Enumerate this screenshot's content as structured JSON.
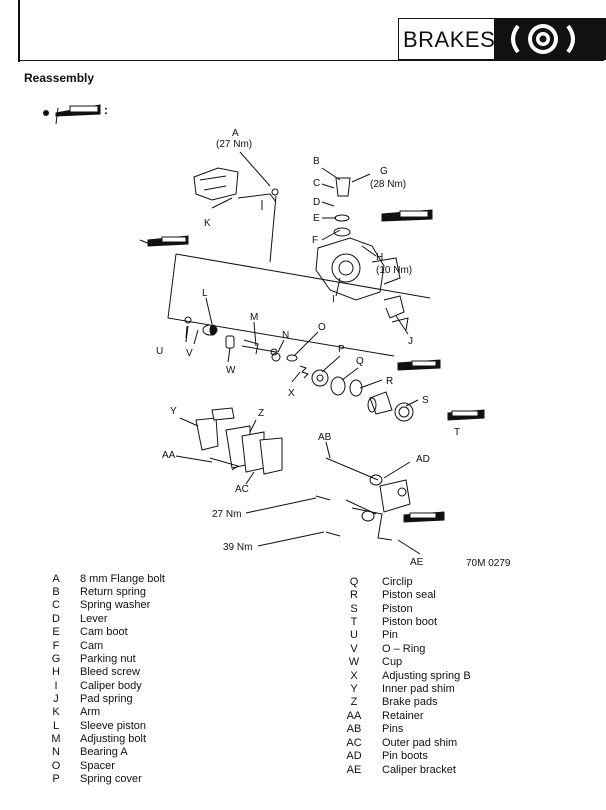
{
  "header": {
    "title": "BRAKES",
    "icon": "brake-disc-icon"
  },
  "section_title": "Reassembly",
  "bullet_suffix": ":",
  "diagram": {
    "labels": {
      "A": "A",
      "A_torque": "(27 Nm)",
      "B": "B",
      "C": "C",
      "D": "D",
      "E": "E",
      "F": "F",
      "G": "G",
      "G_torque": "(28 Nm)",
      "H": "H",
      "H_torque": "(10 Nm)",
      "I": "I",
      "J": "J",
      "K": "K",
      "L": "L",
      "M": "M",
      "N": "N",
      "O": "O",
      "P": "P",
      "Q": "Q",
      "R": "R",
      "S": "S",
      "T": "T",
      "U": "U",
      "V": "V",
      "W": "W",
      "X": "X",
      "Y": "Y",
      "Z": "Z",
      "AA": "AA",
      "AB": "AB",
      "AC": "AC",
      "AD": "AD",
      "torque_27": "27 Nm",
      "torque_39": "39 Nm",
      "AE": "AE",
      "ref": "70M 0279"
    }
  },
  "legend": {
    "left": [
      {
        "code": "A",
        "desc": "8 mm Flange bolt"
      },
      {
        "code": "B",
        "desc": "Return spring"
      },
      {
        "code": "C",
        "desc": "Spring washer"
      },
      {
        "code": "D",
        "desc": "Lever"
      },
      {
        "code": "E",
        "desc": "Cam boot"
      },
      {
        "code": "F",
        "desc": "Cam"
      },
      {
        "code": "G",
        "desc": "Parking nut"
      },
      {
        "code": "H",
        "desc": "Bleed screw"
      },
      {
        "code": "I",
        "desc": "Caliper body"
      },
      {
        "code": "J",
        "desc": "Pad spring"
      },
      {
        "code": "K",
        "desc": "Arm"
      },
      {
        "code": "L",
        "desc": "Sleeve piston"
      },
      {
        "code": "M",
        "desc": "Adjusting bolt"
      },
      {
        "code": "N",
        "desc": "Bearing A"
      },
      {
        "code": "O",
        "desc": "Spacer"
      },
      {
        "code": "P",
        "desc": "Spring cover"
      }
    ],
    "right": [
      {
        "code": "Q",
        "desc": "Circlip"
      },
      {
        "code": "R",
        "desc": "Piston seal"
      },
      {
        "code": "S",
        "desc": "Piston"
      },
      {
        "code": "T",
        "desc": "Piston boot"
      },
      {
        "code": "U",
        "desc": "Pin"
      },
      {
        "code": "V",
        "desc": "O – Ring"
      },
      {
        "code": "W",
        "desc": "Cup"
      },
      {
        "code": "X",
        "desc": "Adjusting spring B"
      },
      {
        "code": "Y",
        "desc": "Inner pad shim"
      },
      {
        "code": "Z",
        "desc": "Brake pads"
      },
      {
        "code": "AA",
        "desc": "Retainer"
      },
      {
        "code": "AB",
        "desc": "Pins"
      },
      {
        "code": "AC",
        "desc": "Outer pad shim"
      },
      {
        "code": "AD",
        "desc": "Pin boots"
      },
      {
        "code": "AE",
        "desc": "Caliper bracket"
      }
    ]
  }
}
